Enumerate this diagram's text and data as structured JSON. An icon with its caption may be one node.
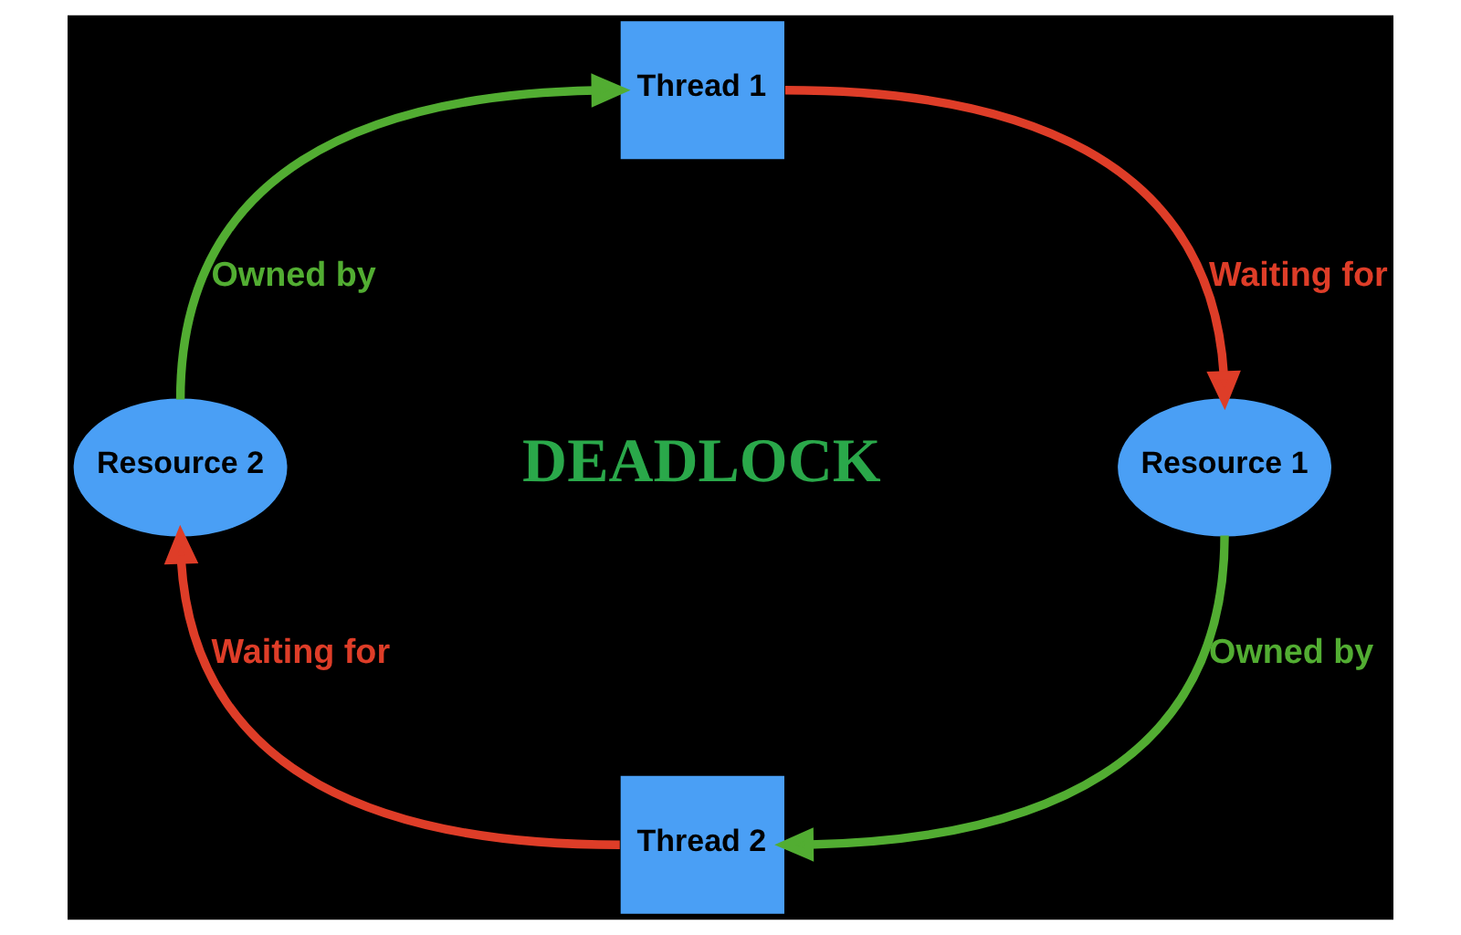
{
  "diagram": {
    "nodes": [
      {
        "text": [
          "Thread 1"
        ]
      },
      {
        "text": [
          "Resource 1"
        ]
      },
      {
        "text": [
          "Thread 2"
        ]
      },
      {
        "text": [
          "Resource 2"
        ]
      }
    ],
    "edges": [
      {
        "from": 3,
        "to": 0,
        "arrow": "to",
        "label": "Owned by",
        "color": "#52ad32"
      },
      {
        "from": 0,
        "to": 1,
        "arrow": "to",
        "label": "Waiting for",
        "color": "#de3d28"
      },
      {
        "from": 1,
        "to": 2,
        "arrow": "to",
        "label": "Owned by",
        "color": "#52ad32"
      },
      {
        "from": 2,
        "to": 3,
        "arrow": "to",
        "label": "Waiting for",
        "color": "#de3d28"
      }
    ],
    "labels": [
      "DEADLOCK"
    ]
  }
}
